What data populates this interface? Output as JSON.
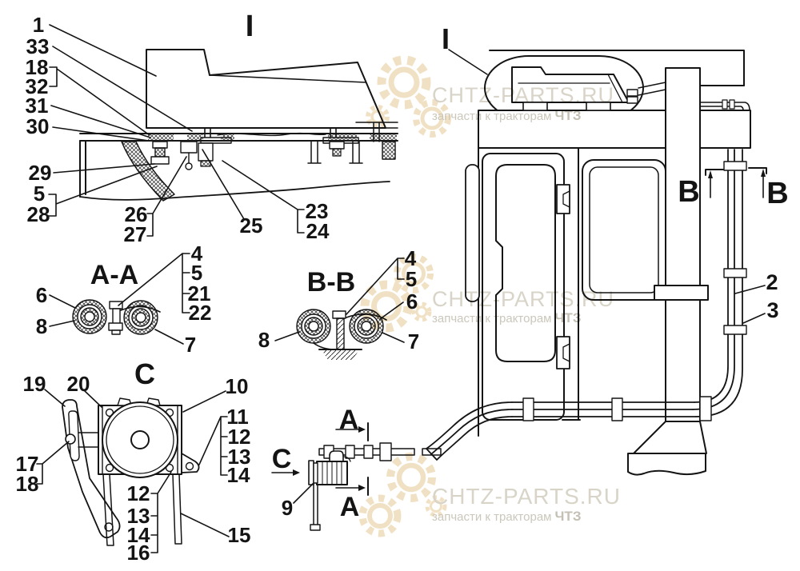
{
  "watermark": {
    "brand": "CHTZ-PARTS.RU",
    "tagline": "запчасти к тракторам",
    "tagline_org": "ЧТЗ"
  },
  "view_labels": {
    "detail_main": "I",
    "detail_ref": "I",
    "section_aa": "A-A",
    "section_bb": "B-B",
    "view_c": "C",
    "arrow_c": "C",
    "arrow_a_top": "A",
    "arrow_a_bottom": "A",
    "arrow_b_left": "B",
    "arrow_b_right": "B"
  },
  "callouts": {
    "main": [
      "1",
      "33",
      "18",
      "32",
      "31",
      "30",
      "29",
      "5",
      "28",
      "26",
      "27",
      "25",
      "23",
      "24"
    ],
    "section_aa": [
      "6",
      "8",
      "7",
      "4",
      "5",
      "21",
      "22"
    ],
    "section_bb": [
      "8",
      "4",
      "5",
      "6",
      "7"
    ],
    "view_c": [
      "19",
      "20",
      "10",
      "11",
      "12",
      "13",
      "14",
      "17",
      "18",
      "12",
      "13",
      "14",
      "16",
      "15"
    ],
    "valve": [
      "9"
    ],
    "overview": [
      "2",
      "3"
    ]
  }
}
